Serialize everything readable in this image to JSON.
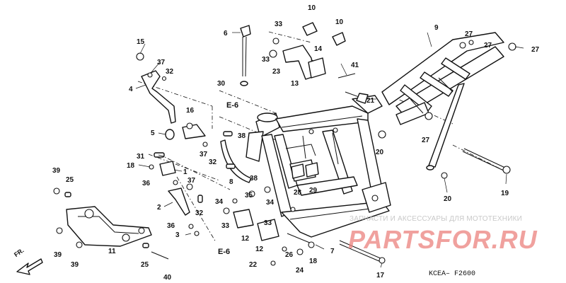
{
  "diagram_code": "KCEA– F2600",
  "section_ref": "E-6",
  "direction_label": "FR.",
  "watermark": {
    "line": "ЗАПЧАСТИ И АКСЕССУАРЫ ДЛЯ МОТОТЕХНИКИ",
    "brand": "PARTSFOR.RU"
  },
  "callouts": [
    "1",
    "2",
    "3",
    "4",
    "5",
    "6",
    "7",
    "8",
    "9",
    "10",
    "10",
    "11",
    "12",
    "12",
    "13",
    "14",
    "15",
    "16",
    "17",
    "18",
    "18",
    "19",
    "20",
    "20",
    "21",
    "22",
    "23",
    "24",
    "25",
    "25",
    "26",
    "27",
    "27",
    "27",
    "27",
    "28",
    "29",
    "30",
    "31",
    "32",
    "32",
    "32",
    "33",
    "33",
    "33",
    "33",
    "34",
    "34",
    "35",
    "36",
    "36",
    "37",
    "37",
    "37",
    "38",
    "38",
    "39",
    "39",
    "39",
    "40",
    "41"
  ]
}
